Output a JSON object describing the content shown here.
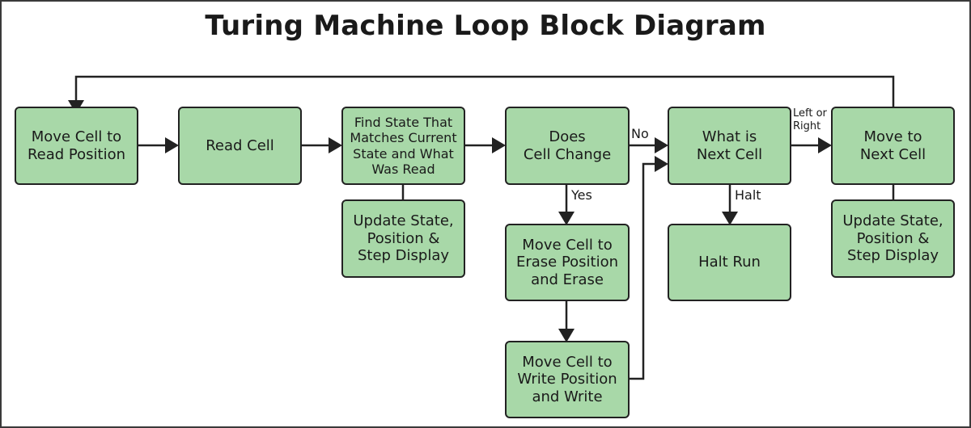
{
  "diagram": {
    "title": "Turing Machine Loop Block Diagram",
    "colors": {
      "box_fill": "#a8d8a8",
      "line": "#222222"
    },
    "boxes": {
      "move_cell_read": "Move Cell to\nRead Position",
      "read_cell": "Read Cell",
      "find_state": "Find State That\nMatches Current\nState and What\nWas Read",
      "does_cell_change": "Does\nCell Change",
      "what_is_next": "What is\nNext Cell",
      "move_to_next": "Move to\nNext Cell",
      "update_state_1": "Update State,\nPosition &\nStep Display",
      "move_cell_erase": "Move Cell to\nErase Position\nand Erase",
      "halt_run": "Halt Run",
      "update_state_2": "Update State,\nPosition &\nStep Display",
      "move_cell_write": "Move Cell to\nWrite Position\nand Write"
    },
    "labels": {
      "no": "No",
      "yes": "Yes",
      "halt": "Halt",
      "left_or_right": "Left or\nRight"
    }
  }
}
